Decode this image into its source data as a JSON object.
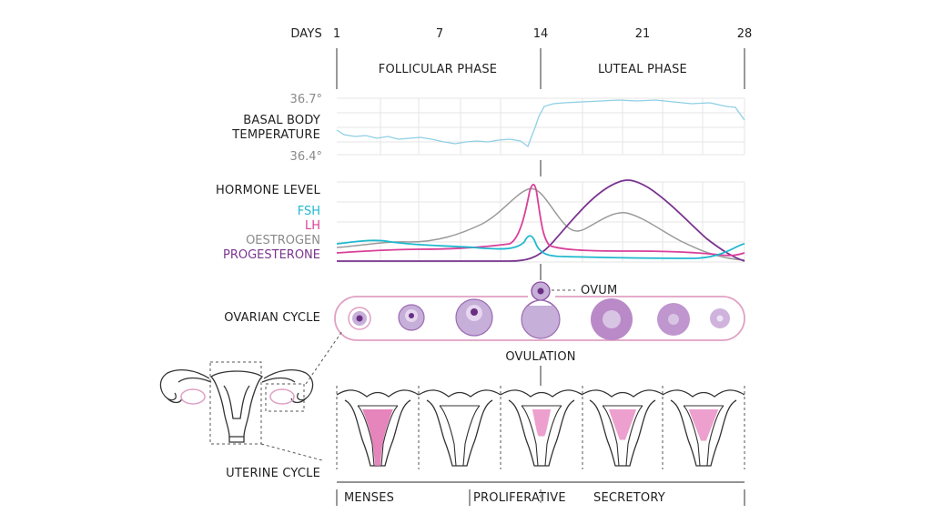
{
  "days": {
    "label": "DAYS",
    "ticks": [
      "1",
      "7",
      "14",
      "21",
      "28"
    ]
  },
  "phases": {
    "follicular": "FOLLICULAR PHASE",
    "luteal": "LUTEAL PHASE"
  },
  "temperature": {
    "label_line1": "BASAL BODY",
    "label_line2": "TEMPERATURE",
    "high": "36.7°",
    "low": "36.4°"
  },
  "hormones": {
    "title": "HORMONE LEVEL",
    "items": [
      {
        "name": "FSH",
        "color": "#1fb8cf"
      },
      {
        "name": "LH",
        "color": "#d9409a"
      },
      {
        "name": "OESTROGEN",
        "color": "#8a8a8a"
      },
      {
        "name": "PROGESTERONE",
        "color": "#7a3590"
      }
    ]
  },
  "ovarian": {
    "label": "OVARIAN CYCLE",
    "ovum": "OVUM",
    "ovulation": "OVULATION"
  },
  "uterine": {
    "label": "UTERINE CYCLE",
    "phases": [
      "MENSES",
      "PROLIFERATIVE",
      "SECRETORY"
    ]
  },
  "colors": {
    "pink": "#e6a3c6",
    "magenta": "#d9409a",
    "purple": "#8b4a9e",
    "lilac": "#c6afd8",
    "grid": "#e4e4e4"
  }
}
